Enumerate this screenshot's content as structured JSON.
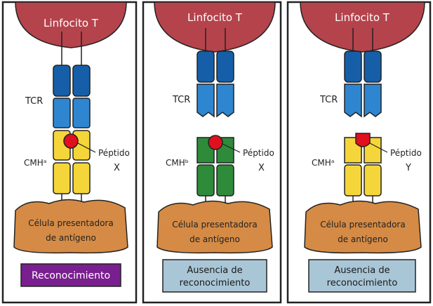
{
  "panels": [
    {
      "cell_top": "Linfocito T",
      "tcr_label": "TCR",
      "mhc_label": "CMHᵃ",
      "peptide_line1": "Péptido",
      "peptide_line2": "X",
      "cell_bottom_line1": "Célula presentadora",
      "cell_bottom_line2": "de antígeno",
      "outcome_line1": "Reconocimiento",
      "outcome_line2": "",
      "mhc_color": "#f5d63a",
      "peptide_shape": "circle",
      "outcome_bg": "#7a1f8f",
      "outcome_fg": "#ffffff"
    },
    {
      "cell_top": "Linfocito T",
      "tcr_label": "TCR",
      "mhc_label": "CMHᵇ",
      "peptide_line1": "Péptido",
      "peptide_line2": "X",
      "cell_bottom_line1": "Célula presentadora",
      "cell_bottom_line2": "de antígeno",
      "outcome_line1": "Ausencia de",
      "outcome_line2": "reconocimiento",
      "mhc_color": "#2e8b3a",
      "peptide_shape": "circle",
      "outcome_bg": "#a9c6d6",
      "outcome_fg": "#1a1a1a"
    },
    {
      "cell_top": "Linfocito T",
      "tcr_label": "TCR",
      "mhc_label": "CMHᵃ",
      "peptide_line1": "Péptido",
      "peptide_line2": "Y",
      "cell_bottom_line1": "Célula presentadora",
      "cell_bottom_line2": "de antígeno",
      "outcome_line1": "Ausencia de",
      "outcome_line2": "reconocimiento",
      "mhc_color": "#f5d63a",
      "peptide_shape": "shield",
      "outcome_bg": "#a9c6d6",
      "outcome_fg": "#1a1a1a"
    }
  ],
  "colors": {
    "t_cell": "#b5434c",
    "apc": "#d58b45",
    "tcr_dark": "#165fa8",
    "tcr_light": "#2f86d0",
    "peptide": "#e0101e",
    "frame": "#222222"
  }
}
